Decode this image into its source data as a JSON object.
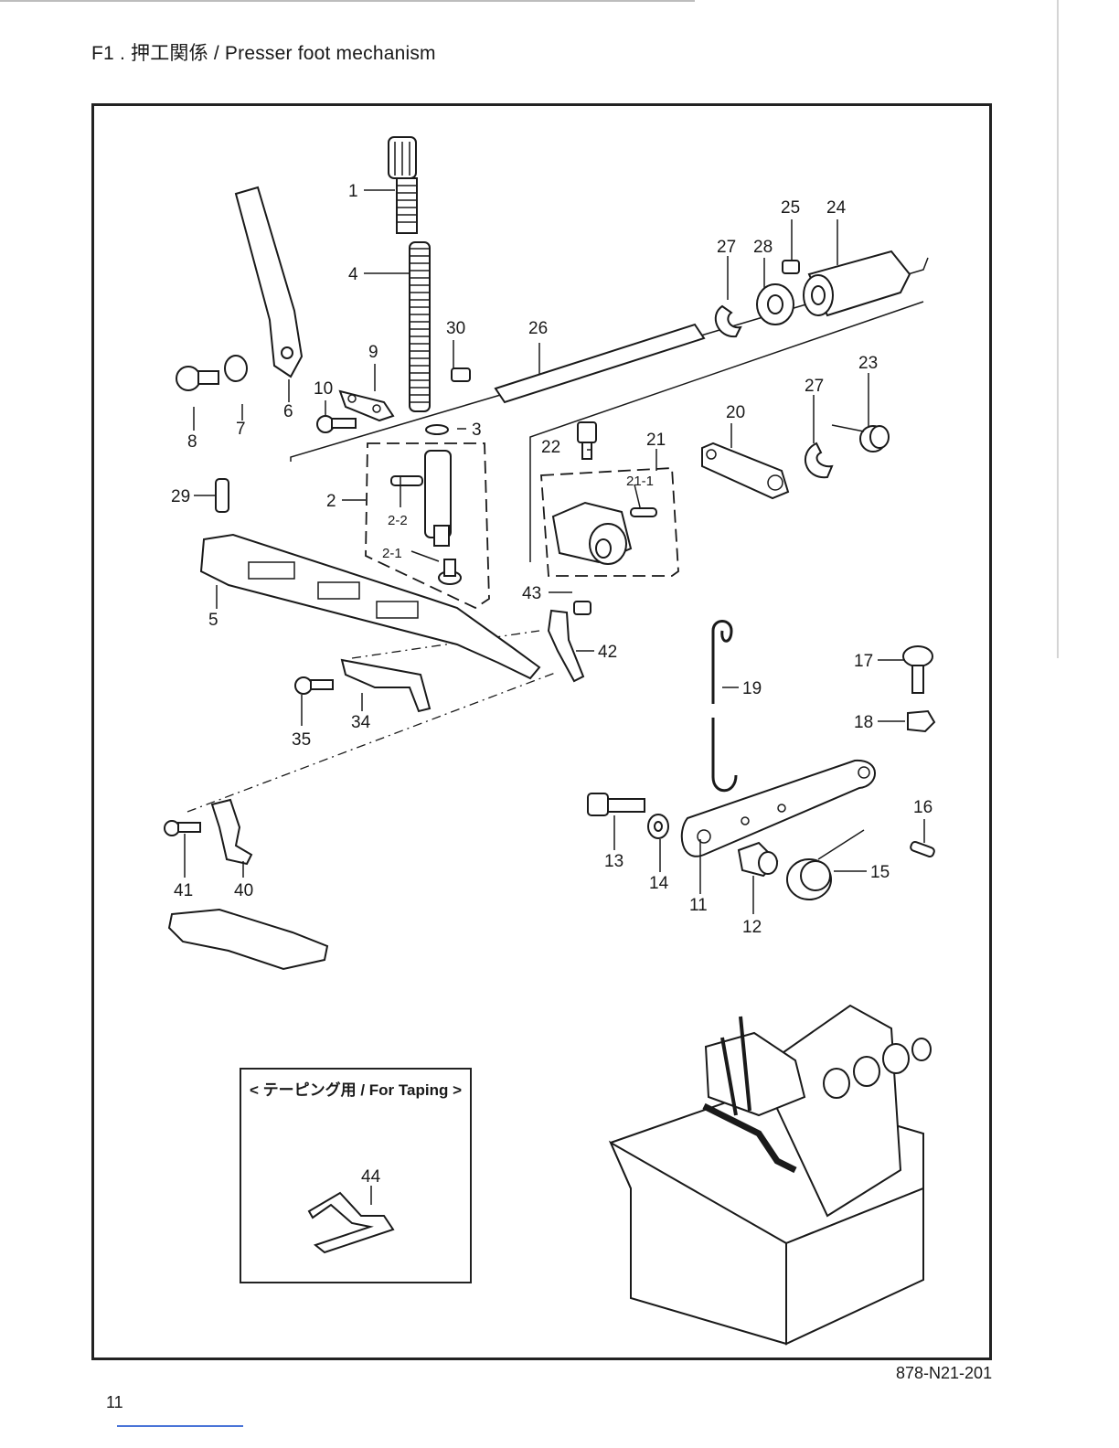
{
  "page": {
    "title": "F1 .  押工関係 / Presser foot mechanism",
    "doc_code": "878-N21-201",
    "page_number": "11"
  },
  "inset": {
    "title": "< テーピング用 / For Taping >",
    "callout": "44"
  },
  "callouts": {
    "c1": "1",
    "c2": "2",
    "c2_1": "2-1",
    "c2_2": "2-2",
    "c3": "3",
    "c4": "4",
    "c5": "5",
    "c6": "6",
    "c7": "7",
    "c8": "8",
    "c9": "9",
    "c10": "10",
    "c11": "11",
    "c12": "12",
    "c13": "13",
    "c14": "14",
    "c15": "15",
    "c16": "16",
    "c17": "17",
    "c18": "18",
    "c19": "19",
    "c20": "20",
    "c21": "21",
    "c21_1": "21-1",
    "c22": "22",
    "c23": "23",
    "c24": "24",
    "c25": "25",
    "c26": "26",
    "c27a": "27",
    "c27b": "27",
    "c28": "28",
    "c29": "29",
    "c30": "30",
    "c34": "34",
    "c35": "35",
    "c40": "40",
    "c41": "41",
    "c42": "42",
    "c43": "43"
  }
}
